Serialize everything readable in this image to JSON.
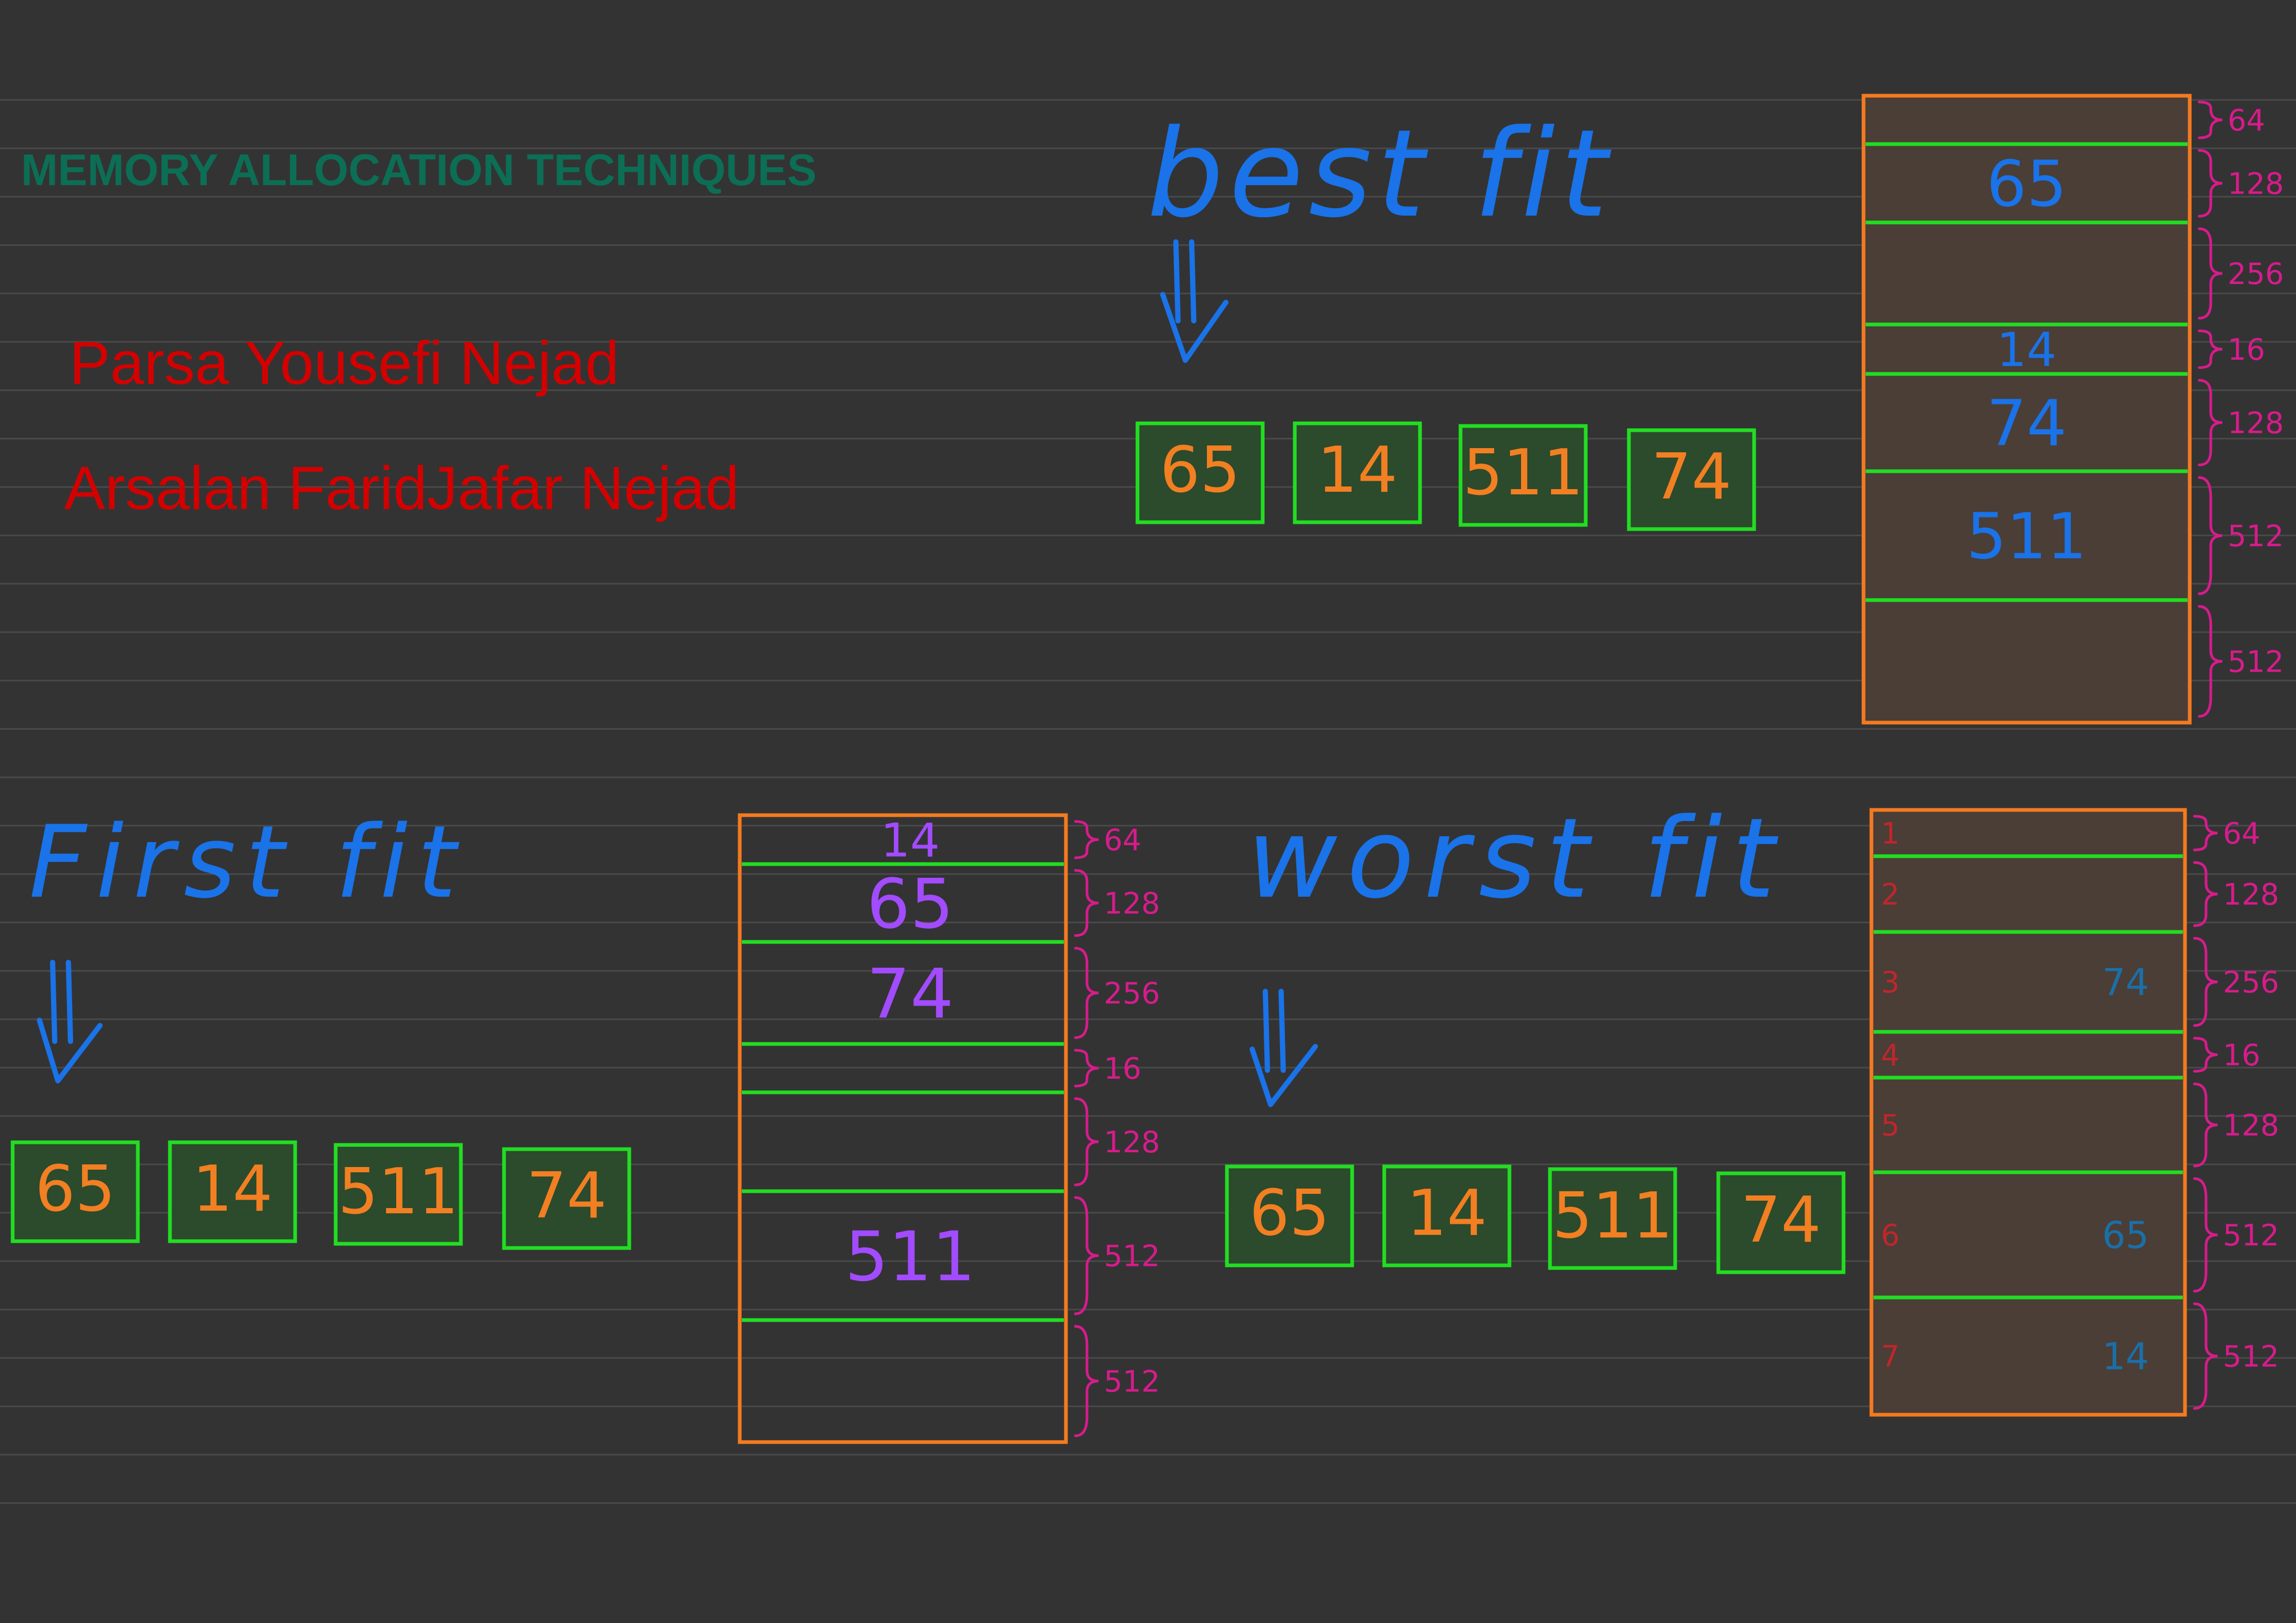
{
  "page": {
    "title": "MEMORY ALLOCATION TECHNIQUES",
    "authors": [
      "Parsa Yousefi Nejad",
      "Arsalan FaridJafar Nejad"
    ]
  },
  "colors": {
    "background": "#333333",
    "ruled_line": "#4a4a4a",
    "title": "#0c6e55",
    "author": "#d40000",
    "heading": "#1a73e8",
    "request_box": "#22dd22",
    "request_fill": "#2c4a2c",
    "request_text": "#f27f22",
    "memory_border": "#f47a20",
    "memory_fill": "#4a3e36",
    "partition_line": "#22dd22",
    "size_label": "#d81b8c",
    "best_fit_text": "#1a73e8",
    "first_fit_text": "#a24bff",
    "worst_fit_text": "#1b6fa8",
    "worst_index": "#c0262c"
  },
  "icons": {
    "arrow": "double-down-arrow-icon",
    "brace": "curly-brace-icon"
  },
  "sections": [
    {
      "id": "best-fit",
      "heading": "best fit",
      "requests": [
        "65",
        "14",
        "511",
        "74"
      ],
      "partitions": [
        {
          "size": "64",
          "content": ""
        },
        {
          "size": "128",
          "content": "65"
        },
        {
          "size": "256",
          "content": ""
        },
        {
          "size": "16",
          "content": "14"
        },
        {
          "size": "128",
          "content": "74"
        },
        {
          "size": "512",
          "content": "511"
        },
        {
          "size": "512",
          "content": ""
        }
      ]
    },
    {
      "id": "first-fit",
      "heading": "First fit",
      "requests": [
        "65",
        "14",
        "511",
        "74"
      ],
      "partitions": [
        {
          "size": "64",
          "content": "14"
        },
        {
          "size": "128",
          "content": "65"
        },
        {
          "size": "256",
          "content": "74"
        },
        {
          "size": "16",
          "content": ""
        },
        {
          "size": "128",
          "content": ""
        },
        {
          "size": "512",
          "content": "511"
        },
        {
          "size": "512",
          "content": ""
        }
      ]
    },
    {
      "id": "worst-fit",
      "heading": "worst fit",
      "requests": [
        "65",
        "14",
        "511",
        "74"
      ],
      "partitions": [
        {
          "index": "1",
          "size": "64",
          "content": ""
        },
        {
          "index": "2",
          "size": "128",
          "content": ""
        },
        {
          "index": "3",
          "size": "256",
          "content": "74"
        },
        {
          "index": "4",
          "size": "16",
          "content": ""
        },
        {
          "index": "5",
          "size": "128",
          "content": ""
        },
        {
          "index": "6",
          "size": "512",
          "content": "65"
        },
        {
          "index": "7",
          "size": "512",
          "content": "14"
        }
      ]
    }
  ]
}
